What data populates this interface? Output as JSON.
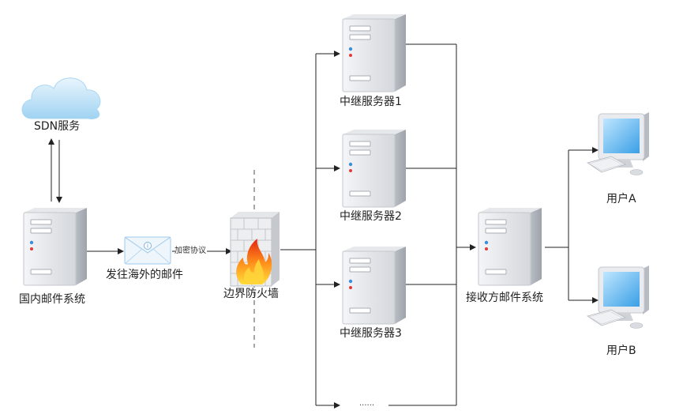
{
  "labels": {
    "sdn": "SDN服务",
    "domestic_mail": "国内邮件系统",
    "send_overseas": "发往海外的邮件",
    "encryption": "加密协议",
    "firewall": "边界防火墙",
    "relay1": "中继服务器1",
    "relay2": "中继服务器2",
    "relay3": "中继服务器3",
    "relay_more": "......",
    "receiver": "接收方邮件系统",
    "user_a": "用户A",
    "user_b": "用户B"
  },
  "icons": {
    "cloud": "cloud-icon",
    "server": "server-icon",
    "envelope": "envelope-icon",
    "firewall": "firewall-icon",
    "monitor": "monitor-icon"
  }
}
